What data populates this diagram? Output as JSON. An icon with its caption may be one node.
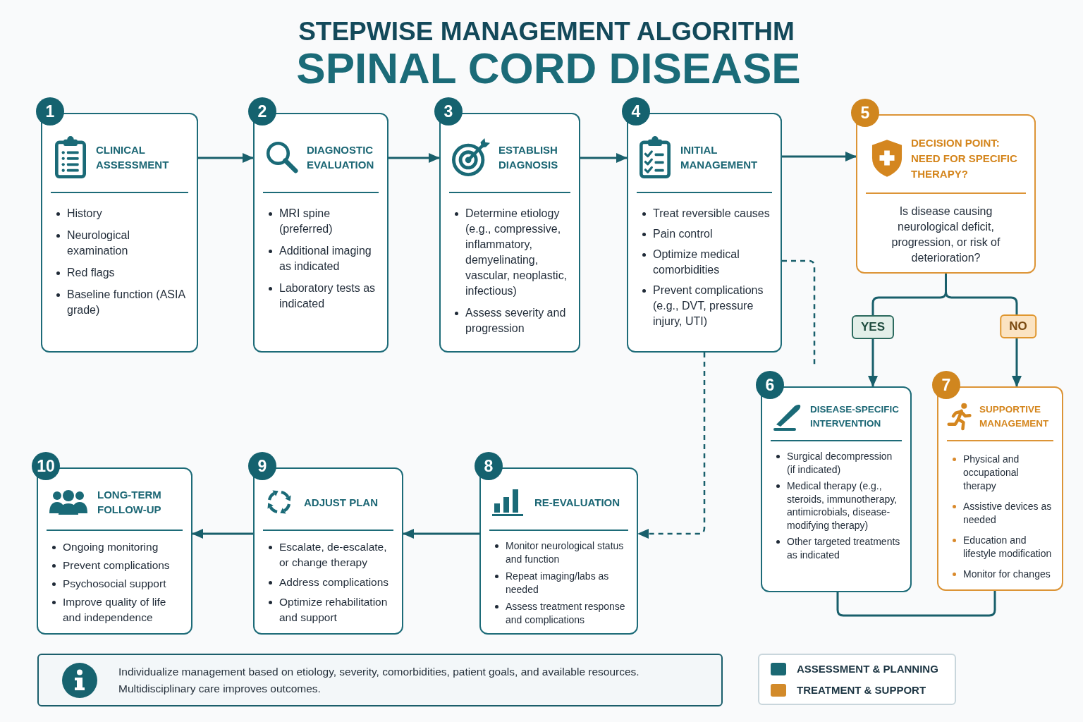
{
  "diagram": {
    "title": "SPINAL CORD DISEASE",
    "nodes": [
      {
        "text": [
          "1",
          "CLINICAL ASSESSMENT",
          "History",
          "Neurological examination",
          "Red flags",
          "Baseline function (ASIA grade)"
        ]
      },
      {
        "text": [
          "2",
          "DIAGNOSTIC EVALUATION",
          "MRI spine (preferred)",
          "Additional imaging as indicated",
          "Laboratory tests as indicated"
        ]
      },
      {
        "text": [
          "3",
          "ESTABLISH DIAGNOSIS",
          "Determine etiology (e.g., compressive, inflammatory, demyelinating, vascular, neoplastic, infectious)",
          "Assess severity and progression"
        ]
      },
      {
        "text": [
          "4",
          "INITIAL MANAGEMENT",
          "Treat reversible causes",
          "Pain control",
          "Optimize medical comorbidities",
          "Prevent complications (e.g., DVT, pressure injury, UTI)"
        ]
      },
      {
        "text": [
          "5",
          "DECISION POINT: NEED FOR SPECIFIC THERAPY?",
          "Is disease causing neurological deficit, progression, or risk of deterioration?"
        ]
      },
      {
        "text": [
          "6",
          "DISEASE-SPECIFIC INTERVENTION",
          "Surgical decompression (if indicated)",
          "Medical therapy (e.g., steroids, immunotherapy, antimicrobials, disease-modifying therapy)",
          "Other targeted treatments as indicated"
        ]
      },
      {
        "text": [
          "7",
          "SUPPORTIVE MANAGEMENT",
          "Physical and occupational therapy",
          "Assistive devices as needed",
          "Education and lifestyle modification",
          "Monitor for changes"
        ]
      },
      {
        "text": [
          "8",
          "RE-EVALUATION",
          "Monitor neurological status and function",
          "Repeat imaging/labs as needed",
          "Assess treatment response and complications"
        ]
      },
      {
        "text": [
          "9",
          "ADJUST PLAN",
          "Escalate, de-escalate, or change therapy",
          "Address complications",
          "Optimize rehabilitation and support"
        ]
      },
      {
        "text": [
          "10",
          "LONG-TERM FOLLOW-UP",
          "Ongoing monitoring",
          "Prevent complications",
          "Psychosocial support",
          "Improve quality of life and independence"
        ]
      },
      {
        "text": [
          "Individualize management based on etiology, severity, comorbidities, patient goals, and available resources.",
          "Multidisciplinary care improves outcomes."
        ]
      }
    ],
    "edges": [
      {
        "from": 0,
        "to": 1,
        "arrow": "to"
      },
      {
        "from": 1,
        "to": 2,
        "arrow": "to"
      },
      {
        "from": 2,
        "to": 3,
        "arrow": "to"
      },
      {
        "from": 3,
        "to": 4,
        "arrow": "to"
      },
      {
        "from": 4,
        "to": 5,
        "arrow": "to",
        "label": "YES"
      },
      {
        "from": 4,
        "to": 6,
        "arrow": "to",
        "label": "NO"
      },
      {
        "from": 3,
        "to": null,
        "arrow": "none",
        "style": "dashed"
      },
      {
        "from": 3,
        "to": 7,
        "arrow": "to",
        "style": "dashed"
      },
      {
        "from": 5,
        "to": 6,
        "arrow": "none"
      },
      {
        "from": 7,
        "to": 8,
        "arrow": "to"
      },
      {
        "from": 8,
        "to": 9,
        "arrow": "to"
      }
    ],
    "labels": [
      "STEPWISE MANAGEMENT ALGORITHM"
    ],
    "legend": [
      {
        "text": "ASSESSMENT & PLANNING",
        "color": "#1a6873"
      },
      {
        "text": "TREATMENT & SUPPORT",
        "color": "#d28a2a"
      }
    ]
  }
}
